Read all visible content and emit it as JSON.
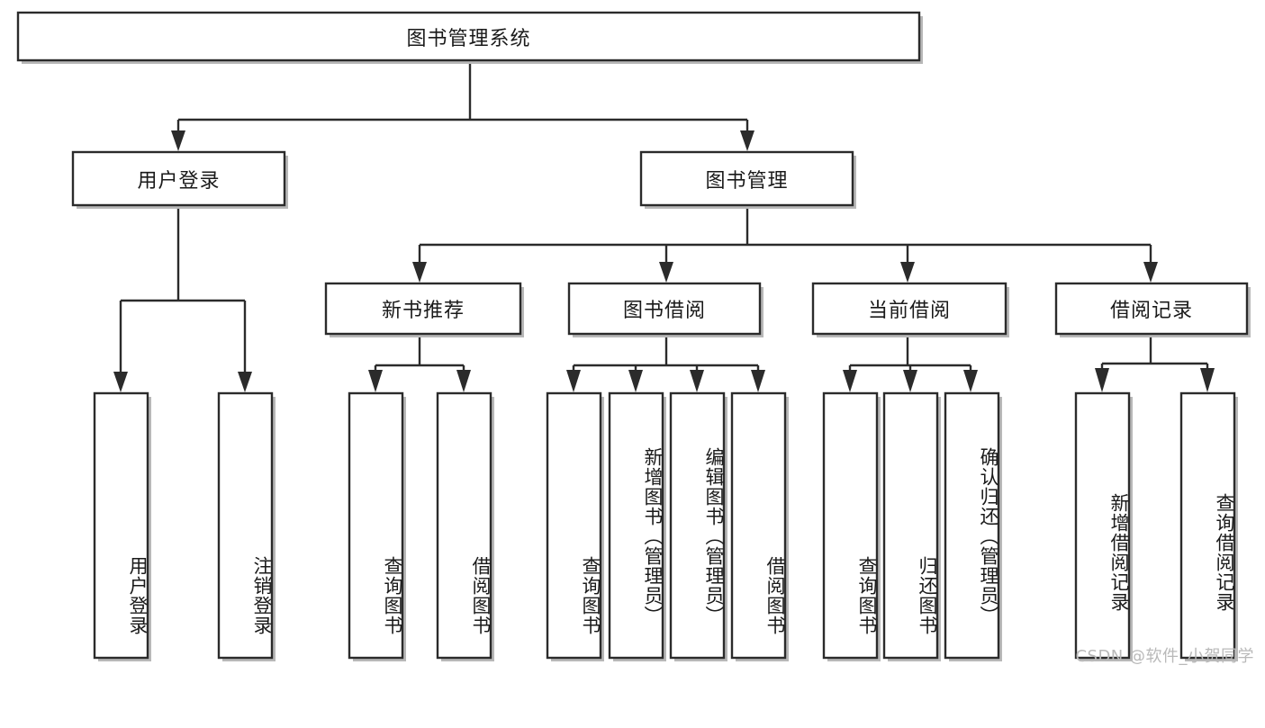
{
  "diagram": {
    "type": "tree-hierarchy",
    "title": "图书管理系统",
    "style": {
      "box_fill": "#ffffff",
      "box_stroke": "#2b2b2b",
      "shadow": "#b8b8b8",
      "text": "#1a1a1a",
      "background": "#ffffff",
      "watermark_color": "#b9b9b9"
    },
    "nodes": {
      "root": {
        "label": "图书管理系统",
        "level": 1,
        "orientation": "horizontal"
      },
      "level2": [
        {
          "id": "user-login",
          "label": "用户登录",
          "orientation": "horizontal"
        },
        {
          "id": "book-manage",
          "label": "图书管理",
          "orientation": "horizontal"
        }
      ],
      "level3": [
        {
          "id": "new-book-recommend",
          "label": "新书推荐",
          "orientation": "horizontal",
          "parent": "book-manage"
        },
        {
          "id": "book-borrow",
          "label": "图书借阅",
          "orientation": "horizontal",
          "parent": "book-manage"
        },
        {
          "id": "current-borrow",
          "label": "当前借阅",
          "orientation": "horizontal",
          "parent": "book-manage"
        },
        {
          "id": "borrow-record",
          "label": "借阅记录",
          "orientation": "horizontal",
          "parent": "book-manage"
        }
      ],
      "leaves": [
        {
          "id": "leaf-user-login",
          "label": "用户登录",
          "parent": "user-login",
          "orientation": "vertical"
        },
        {
          "id": "leaf-logout",
          "label": "注销登录",
          "parent": "user-login",
          "orientation": "vertical"
        },
        {
          "id": "leaf-query-book-1",
          "label": "查询图书",
          "parent": "new-book-recommend",
          "orientation": "vertical"
        },
        {
          "id": "leaf-borrow-book-1",
          "label": "借阅图书",
          "parent": "new-book-recommend",
          "orientation": "vertical"
        },
        {
          "id": "leaf-query-book-2",
          "label": "查询图书",
          "parent": "book-borrow",
          "orientation": "vertical"
        },
        {
          "id": "leaf-add-book",
          "label": "新增图书（管理员）",
          "parent": "book-borrow",
          "orientation": "vertical"
        },
        {
          "id": "leaf-edit-book",
          "label": "编辑图书（管理员）",
          "parent": "book-borrow",
          "orientation": "vertical"
        },
        {
          "id": "leaf-borrow-book-2",
          "label": "借阅图书",
          "parent": "book-borrow",
          "orientation": "vertical"
        },
        {
          "id": "leaf-query-book-3",
          "label": "查询图书",
          "parent": "current-borrow",
          "orientation": "vertical"
        },
        {
          "id": "leaf-return-book",
          "label": "归还图书",
          "parent": "current-borrow",
          "orientation": "vertical"
        },
        {
          "id": "leaf-confirm-return",
          "label": "确认归还（管理员）",
          "parent": "current-borrow",
          "orientation": "vertical"
        },
        {
          "id": "leaf-add-record",
          "label": "新增借阅记录",
          "parent": "borrow-record",
          "orientation": "vertical"
        },
        {
          "id": "leaf-query-record",
          "label": "查询借阅记录",
          "parent": "borrow-record",
          "orientation": "vertical"
        }
      ]
    }
  },
  "watermark": {
    "text": "CSDN @软件_小贺同学"
  }
}
